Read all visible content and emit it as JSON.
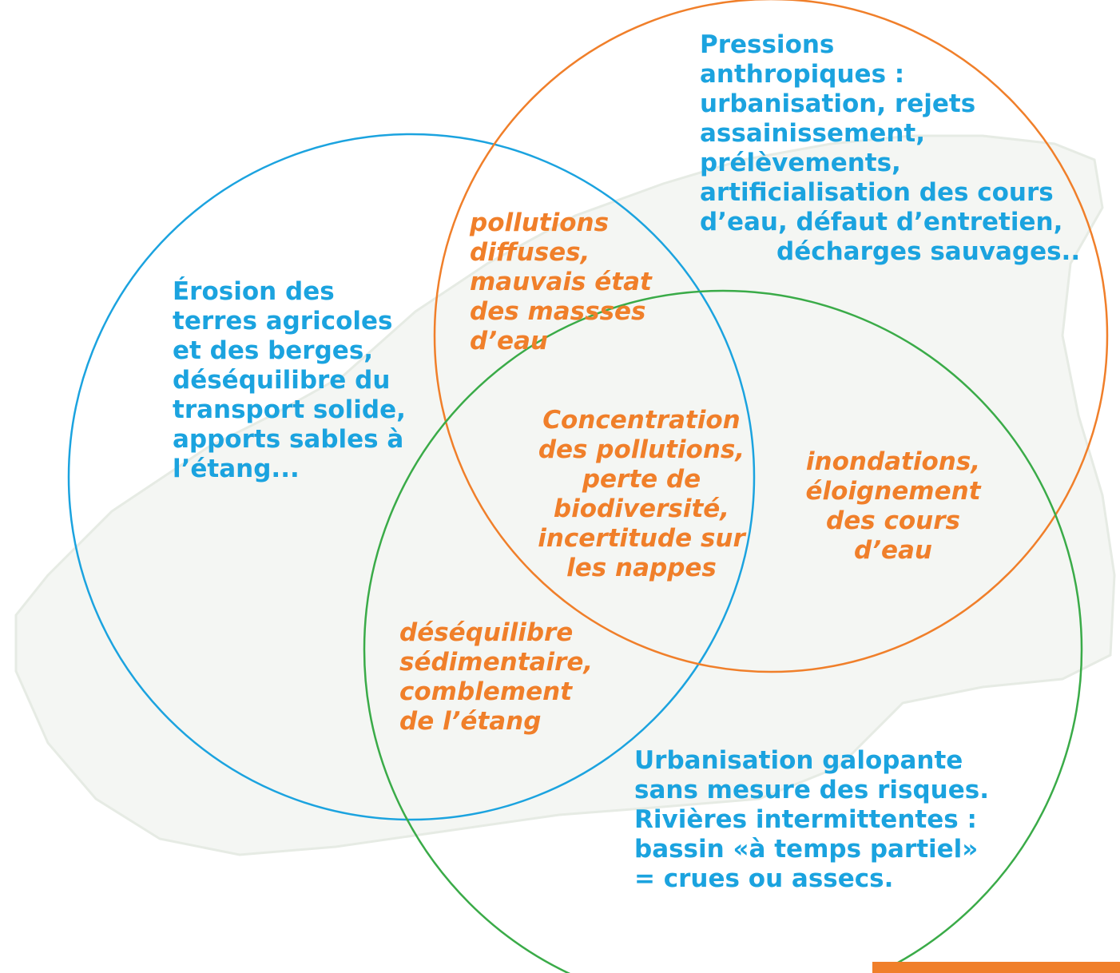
{
  "colors": {
    "blue": "#1ba3df",
    "orange": "#f07f2a",
    "green": "#3aab48",
    "background_map": "#f4f6f3"
  },
  "circles": {
    "left": {
      "label_lines": [
        "Érosion des",
        "terres agricoles",
        "et des berges,",
        "déséquilibre du",
        "transport solide,",
        "apports sables à",
        "l’étang..."
      ]
    },
    "top_right": {
      "label_lines": [
        "Pressions",
        "anthropiques :",
        "urbanisation, rejets",
        "assainissement,",
        "prélèvements,",
        "artificialisation des cours",
        "d’eau, défaut d’entretien,",
        "décharges sauvages.."
      ]
    },
    "bottom": {
      "label_lines": [
        "Urbanisation galopante",
        "sans mesure des risques.",
        "Rivières intermittentes :",
        "bassin «à temps partiel»",
        "= crues ou assecs."
      ]
    }
  },
  "intersections": {
    "left_top": {
      "label_lines": [
        "pollutions",
        "diffuses,",
        "mauvais état",
        "des massses",
        "d’eau"
      ]
    },
    "top_bottom": {
      "label_lines": [
        "inondations,",
        "éloignement",
        "des cours",
        "d’eau"
      ]
    },
    "left_bottom": {
      "label_lines": [
        "déséquilibre",
        "sédimentaire,",
        "comblement",
        "de l’étang"
      ]
    },
    "center": {
      "label_lines": [
        "Concentration",
        "des pollutions,",
        "perte de",
        "biodiversité,",
        "incertitude sur",
        "les nappes"
      ]
    }
  }
}
